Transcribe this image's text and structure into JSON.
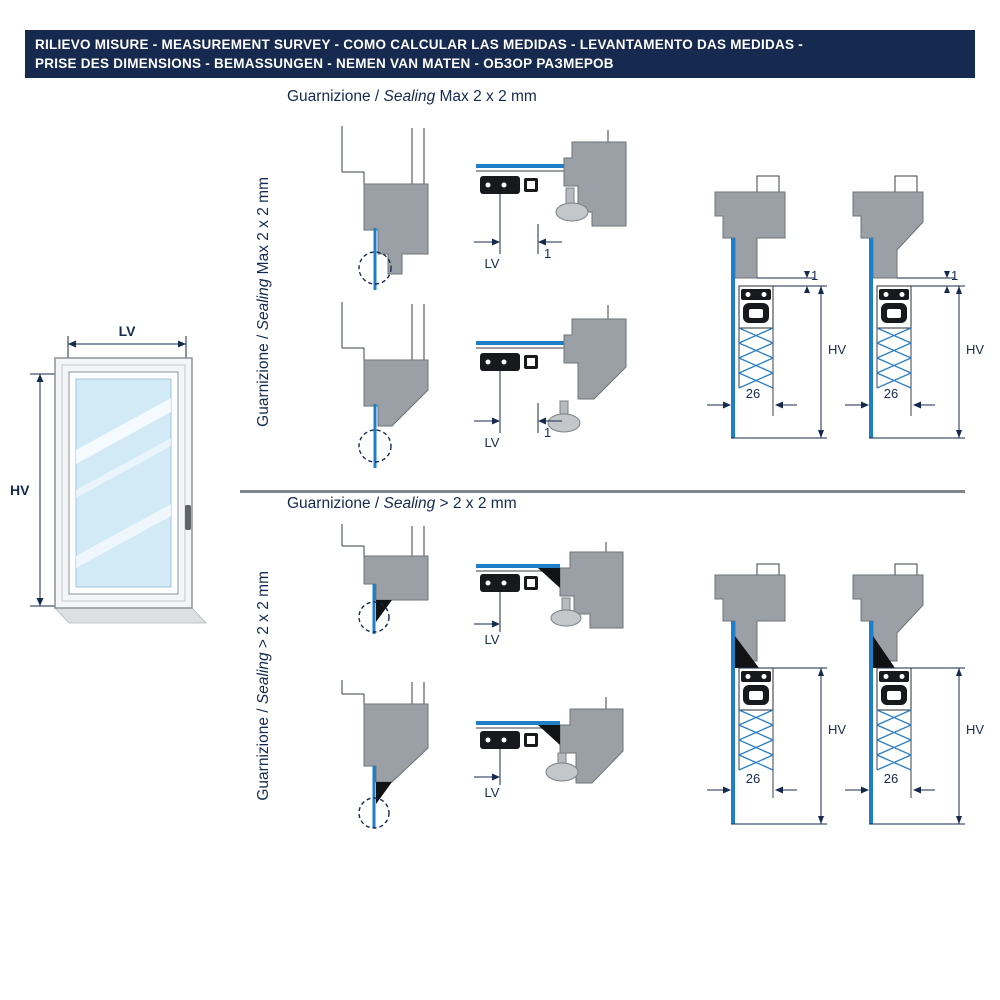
{
  "header": {
    "line1": "RILIEVO MISURE - MEASUREMENT SURVEY - COMO CALCULAR LAS MEDIDAS - LEVANTAMENTO DAS MEDIDAS -",
    "line2": "PRISE DES DIMENSIONS - BEMASSUNGEN - NEMEN VAN MATEN - ОБЗОР РАЗМЕРОВ"
  },
  "section_max": {
    "title_prefix": "Guarnizione / ",
    "title_italic": "Sealing",
    "title_suffix": " Max 2 x 2 mm",
    "side_prefix": "Guarnizione / ",
    "side_italic": "Sealing",
    "side_suffix": " Max 2 x 2 mm"
  },
  "section_gt": {
    "title_prefix": "Guarnizione / ",
    "title_italic": "Sealing",
    "title_suffix": " > 2 x 2 mm",
    "side_prefix": "Guarnizione / ",
    "side_italic": "Sealing",
    "side_suffix": " > 2 x 2 mm"
  },
  "window": {
    "width_label": "LV",
    "height_label": "HV"
  },
  "dims": {
    "lv": "LV",
    "hv": "HV",
    "one": "1",
    "twentysix": "26"
  },
  "colors": {
    "header_bg": "#16294e",
    "accent_blue": "#1e7ec8",
    "frame_gray": "#9aa0a5",
    "text_navy": "#16294e"
  }
}
